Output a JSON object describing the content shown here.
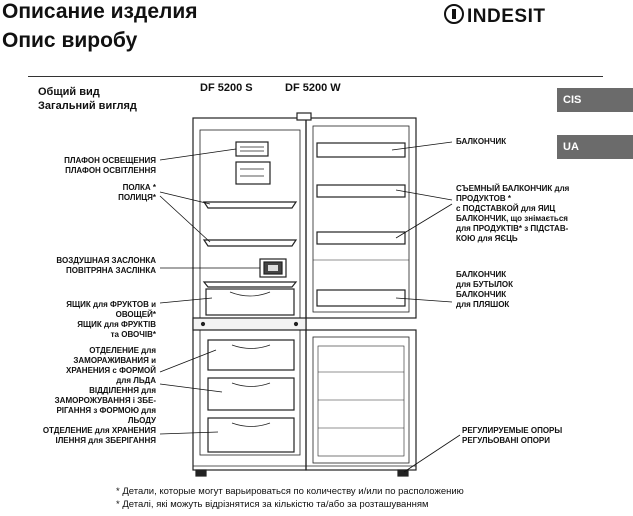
{
  "header": {
    "title_ru": "Описание изделия",
    "title_ua": "Опис виробу",
    "brand": "INDESIT"
  },
  "tabs": [
    "CIS",
    "UA"
  ],
  "view": {
    "ru": "Общий вид",
    "ua": "Загальний вигляд",
    "model1": "DF 5200 S",
    "model2": "DF 5200 W"
  },
  "labels_left": [
    {
      "id": "light",
      "lines": [
        "ПЛАФОН ОСВЕЩЕНИЯ",
        "ПЛАФОН ОСВІТЛЕННЯ"
      ]
    },
    {
      "id": "shelf",
      "lines": [
        "ПОЛКА *",
        "ПОЛИЦЯ*"
      ]
    },
    {
      "id": "damper",
      "lines": [
        "ВОЗДУШНАЯ ЗАСЛОНКА",
        "ПОВІТРЯНА ЗАСЛІНКА"
      ]
    },
    {
      "id": "crisper",
      "lines": [
        "ЯЩИК для ФРУКТОВ и",
        "ОВОЩЕЙ*",
        "ЯЩИК для ФРУКТІВ",
        "та ОВОЧІВ*"
      ]
    },
    {
      "id": "freeze",
      "lines": [
        "ОТДЕЛЕНИЕ для",
        "ЗАМОРАЖИВАНИЯ и",
        "ХРАНЕНИЯ с ФОРМОЙ",
        "для ЛЬДА",
        "ВІДДІЛЕННЯ для",
        "ЗАМОРОЖУВАННЯ і ЗБЕ-",
        "РІГАННЯ з ФОРМОЮ для",
        "ЛЬОДУ"
      ]
    },
    {
      "id": "storage",
      "lines": [
        "ОТДЕЛЕНИЕ для ХРАНЕНИЯ",
        "ІЛЕННЯ для ЗБЕРІГАННЯ"
      ]
    }
  ],
  "labels_right": [
    {
      "id": "balcony",
      "lines": [
        "БАЛКОНЧИК"
      ]
    },
    {
      "id": "removable-balcony",
      "lines": [
        "СЪЕМНЫЙ БАЛКОНЧИК для",
        "ПРОДУКТОВ *",
        "с ПОДСТАВКОЙ для ЯИЦ",
        "БАЛКОНЧИК, що знімається",
        "для ПРОДУКТІВ* з ПІДСТАВ-",
        "КОЮ для ЯЄЦЬ"
      ]
    },
    {
      "id": "bottle-balcony",
      "lines": [
        "БАЛКОНЧИК",
        "для БУТЫЛОК",
        "БАЛКОНЧИК",
        "для ПЛЯШОК"
      ]
    },
    {
      "id": "feet",
      "lines": [
        "РЕГУЛИРУЕМЫЕ ОПОРЫ",
        "РЕГУЛЬОВАНІ ОПОРИ"
      ]
    }
  ],
  "footnotes": [
    "* Детали, которые могут варьироваться по количеству и/или по расположению",
    "* Деталі, які можуть відрізнятися за кількістю та/або за розташуванням"
  ]
}
